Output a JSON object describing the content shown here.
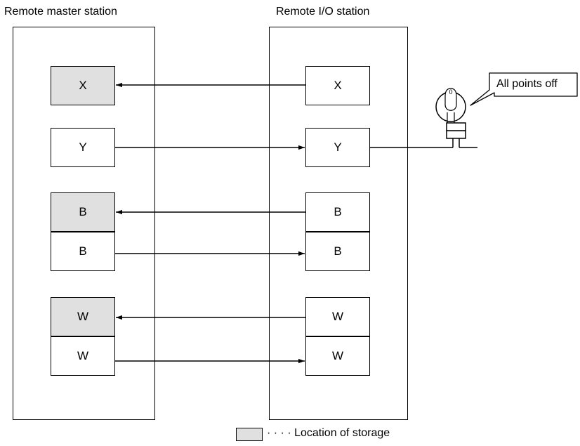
{
  "master": {
    "title": "Remote master station",
    "boxes": [
      "X",
      "Y",
      "B",
      "B",
      "W",
      "W"
    ]
  },
  "remote": {
    "title": "Remote I/O station",
    "boxes": [
      "X",
      "Y",
      "B",
      "B",
      "W",
      "W"
    ]
  },
  "lamp_callout": "All points off",
  "legend": {
    "text": "· · · · Location of storage"
  },
  "colors": {
    "stored_fill": "#e0e0e0",
    "line": "#000000"
  }
}
